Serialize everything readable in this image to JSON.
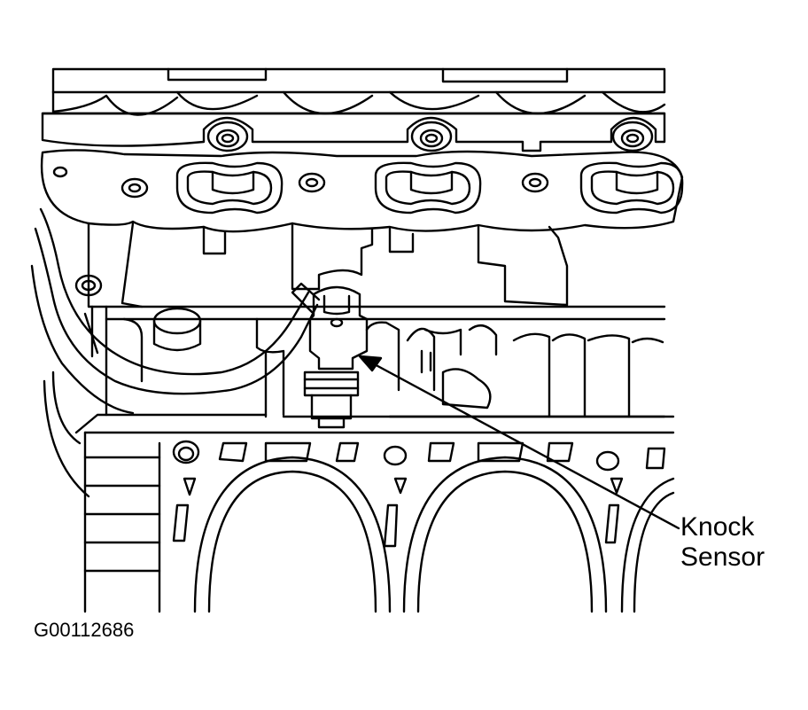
{
  "diagram": {
    "callout": {
      "line1": "Knock",
      "line2": "Sensor"
    },
    "figure_id": "G00112686"
  }
}
